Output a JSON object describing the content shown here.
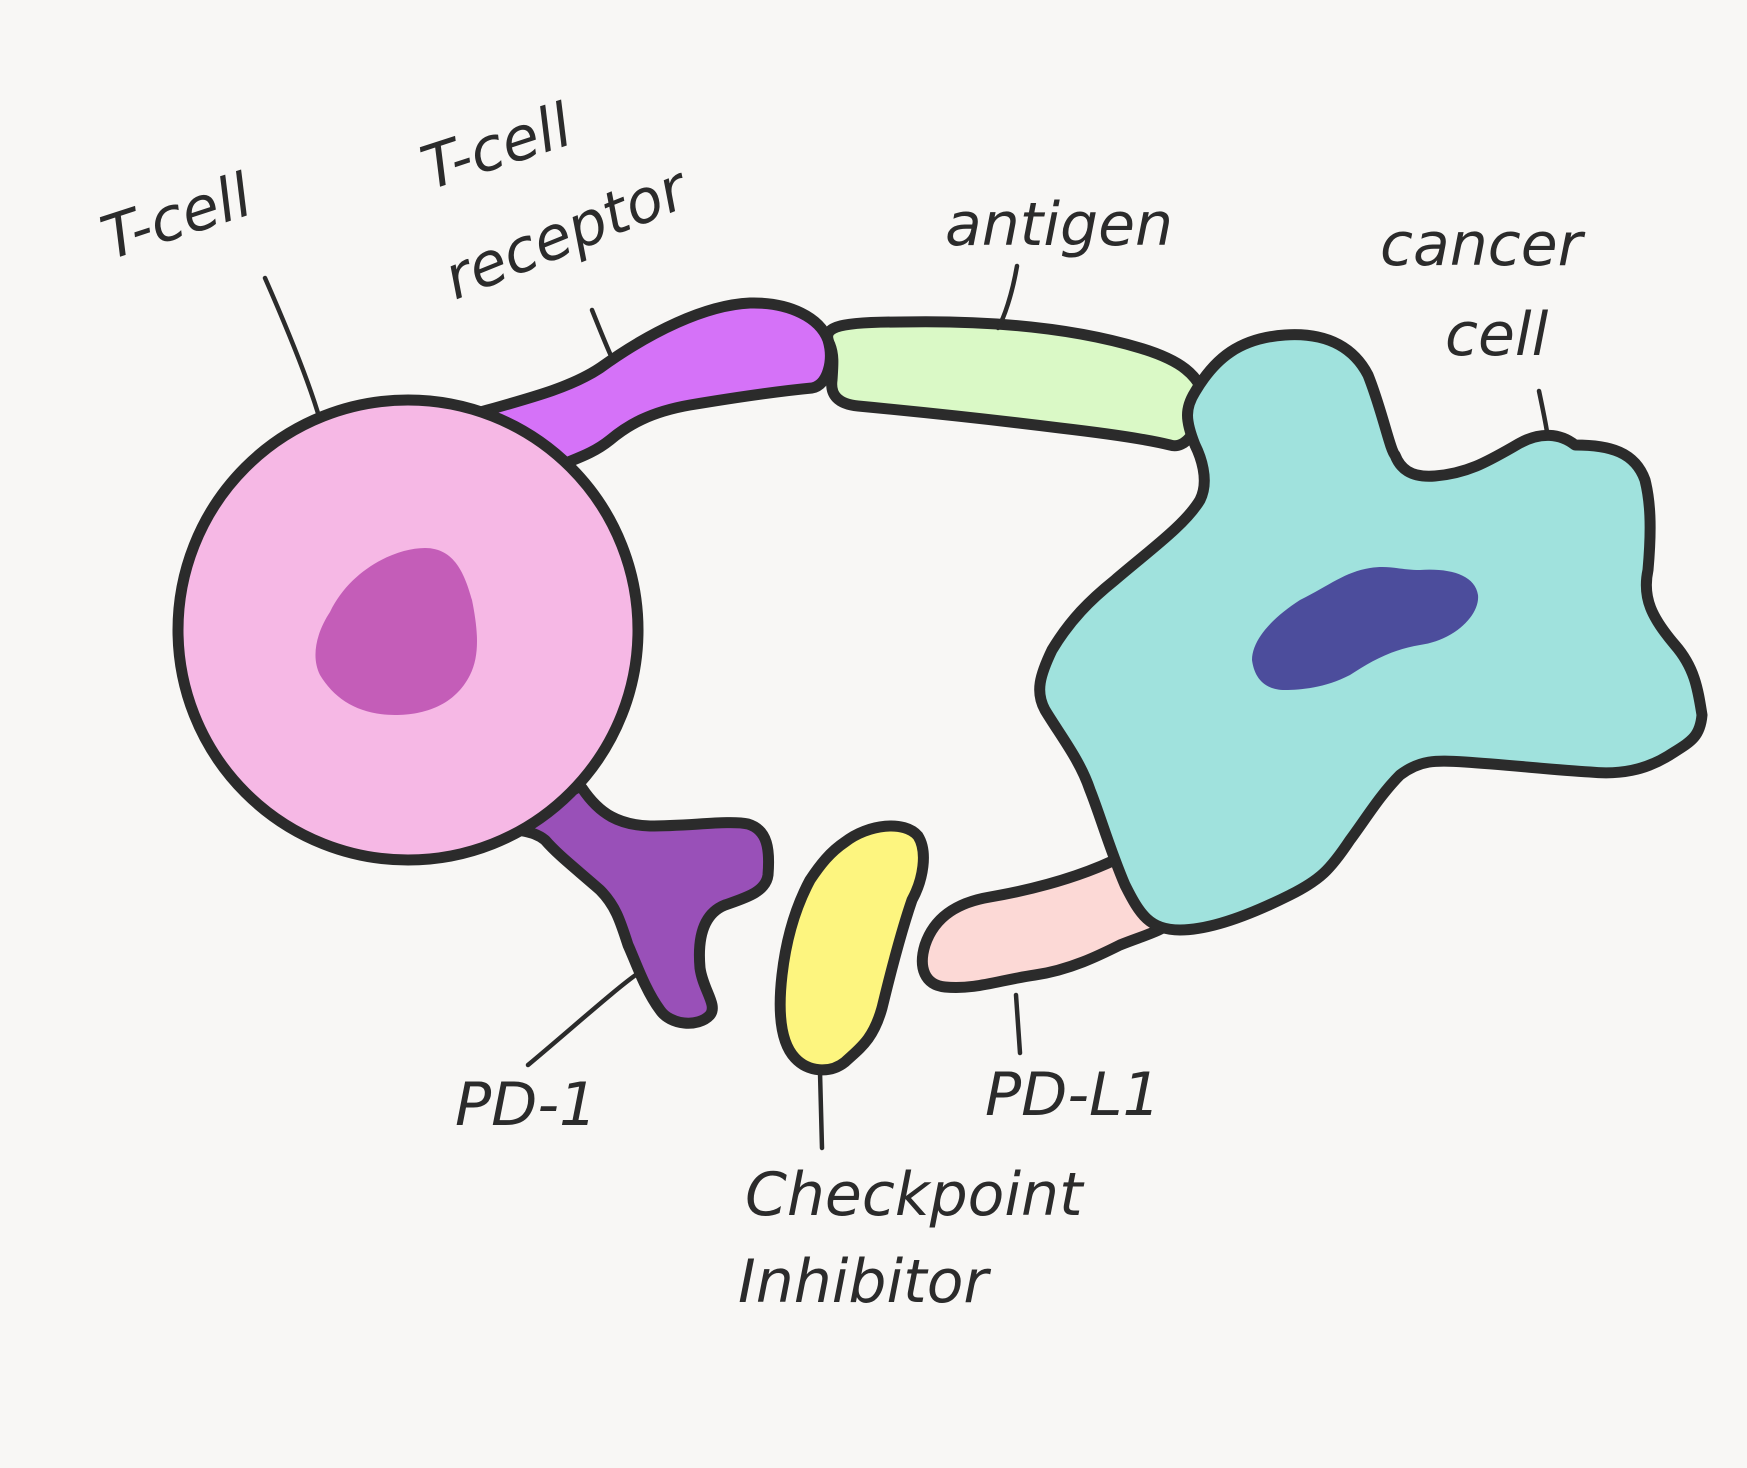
{
  "labels": {
    "t_cell": "T-cell",
    "t_cell_receptor_line1": "T-cell",
    "t_cell_receptor_line2": "receptor",
    "antigen": "antigen",
    "cancer_cell_line1": "cancer",
    "cancer_cell_line2": "cell",
    "pd1": "PD-1",
    "pdl1": "PD-L1",
    "checkpoint_line1": "Checkpoint",
    "checkpoint_line2": "Inhibitor"
  },
  "colors": {
    "background": "#f8f7f5",
    "outline": "#2b2b2b",
    "t_cell_body": "#f6b8e5",
    "t_cell_nucleus": "#c45db8",
    "t_cell_receptor": "#d572f8",
    "antigen": "#daf9c6",
    "cancer_cell_body": "#a0e2dd",
    "cancer_cell_nucleus": "#4c4d9c",
    "pd1": "#9950b8",
    "pdl1": "#fcd9d6",
    "checkpoint_inhibitor": "#fdf57f"
  }
}
